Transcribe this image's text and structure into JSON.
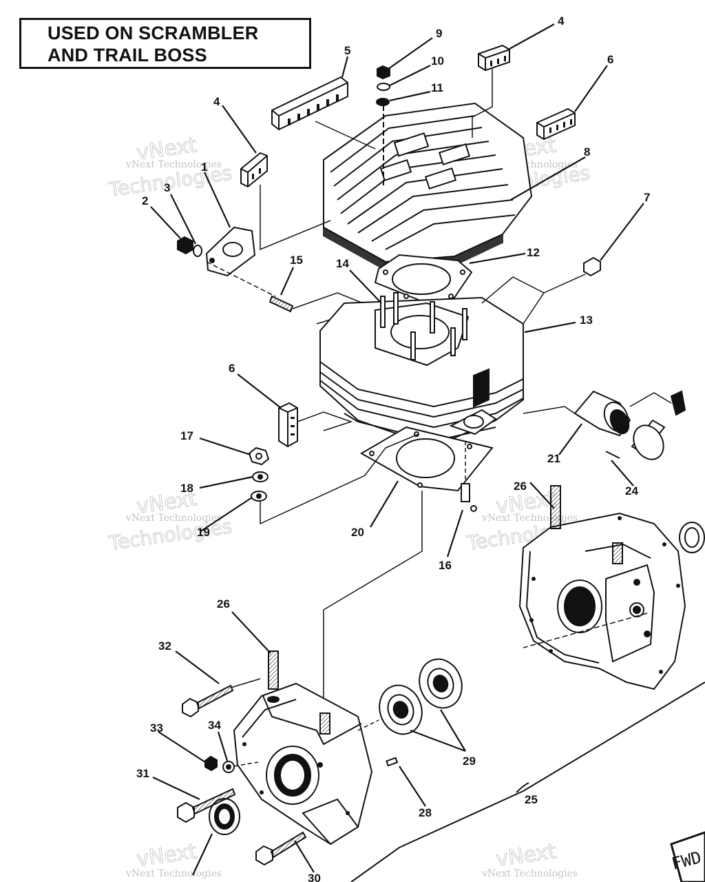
{
  "title": {
    "line1": "USED ON SCRAMBLER",
    "line2": "AND TRAIL BOSS"
  },
  "callouts": {
    "c1": "1",
    "c2": "2",
    "c3": "3",
    "c4a": "4",
    "c4b": "4",
    "c5": "5",
    "c6a": "6",
    "c6b": "6",
    "c7": "7",
    "c8": "8",
    "c9": "9",
    "c10": "10",
    "c11": "11",
    "c12": "12",
    "c13": "13",
    "c14": "14",
    "c15": "15",
    "c16": "16",
    "c17": "17",
    "c18": "18",
    "c19": "19",
    "c20": "20",
    "c21": "21",
    "c24": "24",
    "c25": "25",
    "c26a": "26",
    "c26b": "26",
    "c28": "28",
    "c29": "29",
    "c30": "30",
    "c31": "31",
    "c32": "32",
    "c33": "33",
    "c34": "34"
  },
  "watermark": {
    "big": "vNext",
    "big2": "Technologies",
    "small": "vNext Technologies"
  },
  "fwd_label": "FWD"
}
